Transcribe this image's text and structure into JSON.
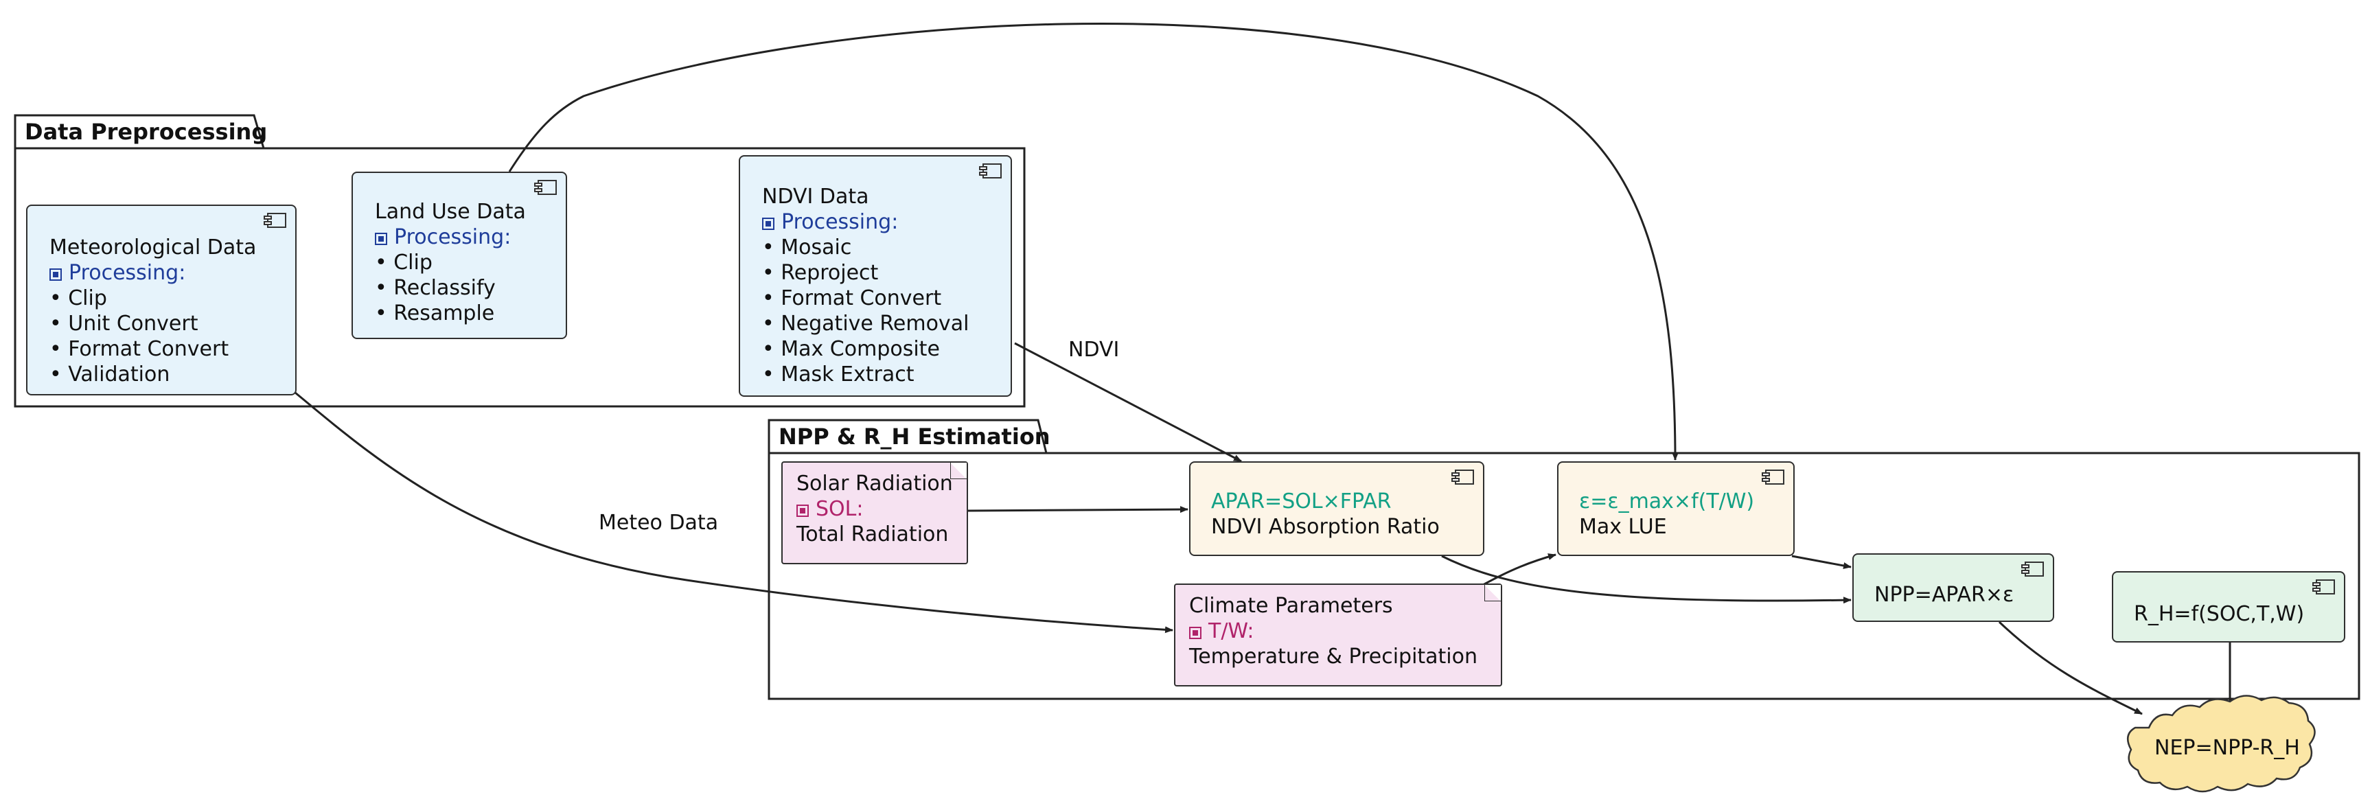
{
  "packages": {
    "preprocessing": {
      "title": "Data Preprocessing"
    },
    "estimation": {
      "title": "NPP & R_H Estimation"
    }
  },
  "meteo_box": {
    "title": "Meteorological Data",
    "processing_label": "Processing:",
    "steps": [
      "Clip",
      "Unit Convert",
      "Format Convert",
      "Validation"
    ]
  },
  "landuse_box": {
    "title": "Land Use Data",
    "processing_label": "Processing:",
    "steps": [
      "Clip",
      "Reclassify",
      "Resample"
    ]
  },
  "ndvi_box": {
    "title": "NDVI Data",
    "processing_label": "Processing:",
    "steps": [
      "Mosaic",
      "Reproject",
      "Format Convert",
      "Negative Removal",
      "Max Composite",
      "Mask Extract"
    ]
  },
  "solar_note": {
    "title": "Solar Radiation",
    "tag": "SOL:",
    "desc": "Total Radiation"
  },
  "climate_note": {
    "title": "Climate Parameters",
    "tag": "T/W:",
    "desc": "Temperature & Precipitation"
  },
  "apar_box": {
    "formula": "APAR=SOL×FPAR",
    "desc": "NDVI Absorption Ratio"
  },
  "lue_box": {
    "formula": "ε=ε_max×f(T/W)",
    "desc": "Max LUE"
  },
  "npp_box": {
    "label": "NPP=APAR×ε"
  },
  "rh_box": {
    "label": "R_H=f(SOC,T,W)"
  },
  "nep_cloud": {
    "label": "NEP=NPP-R_H"
  },
  "edge_labels": {
    "ndvi": "NDVI",
    "meteo": "Meteo Data"
  },
  "colors": {
    "processing_text": "#1f3d9a",
    "tag_text": "#b0236a",
    "formula_text": "#12a085",
    "blue_fill": "#e6f3fb",
    "beige_fill": "#fdf5e7",
    "green_fill": "#e2f3e7",
    "note_fill": "#f6e2f1",
    "cloud_fill": "#fbe6a6"
  },
  "icons": [
    "component-icon",
    "note-fold-icon",
    "processing-square-icon"
  ]
}
